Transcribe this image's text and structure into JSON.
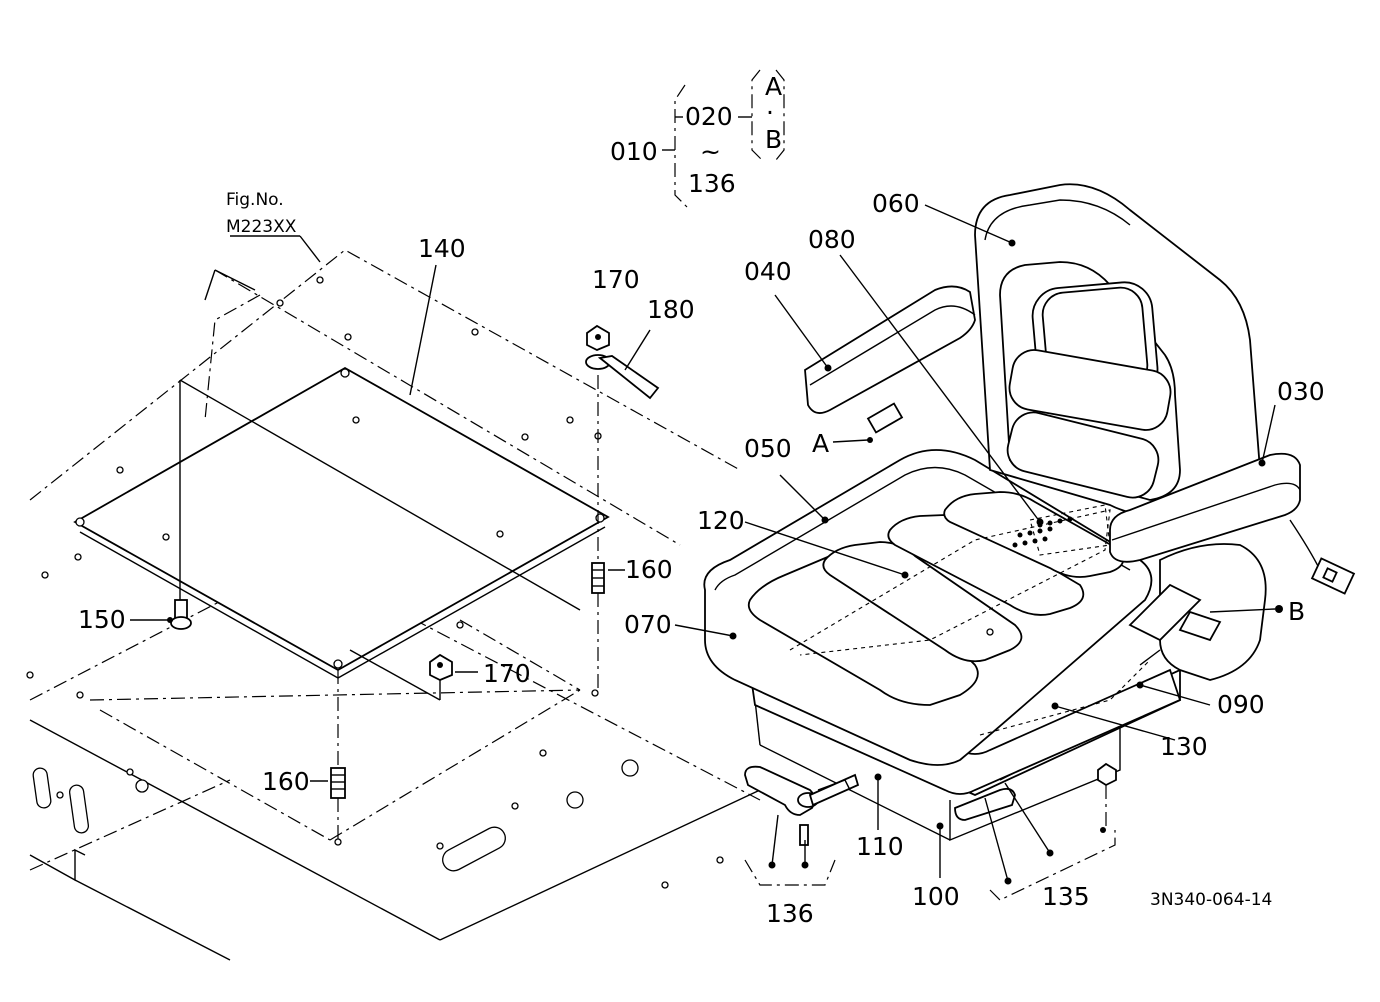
{
  "figure_ref": {
    "line1": "Fig.No.",
    "line2": "M223XX"
  },
  "drawing_code": "3N340-064-14",
  "assembly": {
    "parent": "010",
    "range_start": "020",
    "range_sep": "~",
    "range_end": "136",
    "variant_a": "A",
    "variant_sep": "·",
    "variant_b": "B"
  },
  "parts": {
    "p030": "030",
    "p040": "040",
    "p050": "050",
    "p060": "060",
    "p070": "070",
    "p080": "080",
    "p090": "090",
    "p100": "100",
    "p110": "110",
    "p120": "120",
    "p130": "130",
    "p135": "135",
    "p136": "136",
    "p140": "140",
    "p150": "150",
    "p160a": "160",
    "p160b": "160",
    "p170a": "170",
    "p170b": "170",
    "p180": "180"
  },
  "refs": {
    "a": "A",
    "b": "B"
  }
}
